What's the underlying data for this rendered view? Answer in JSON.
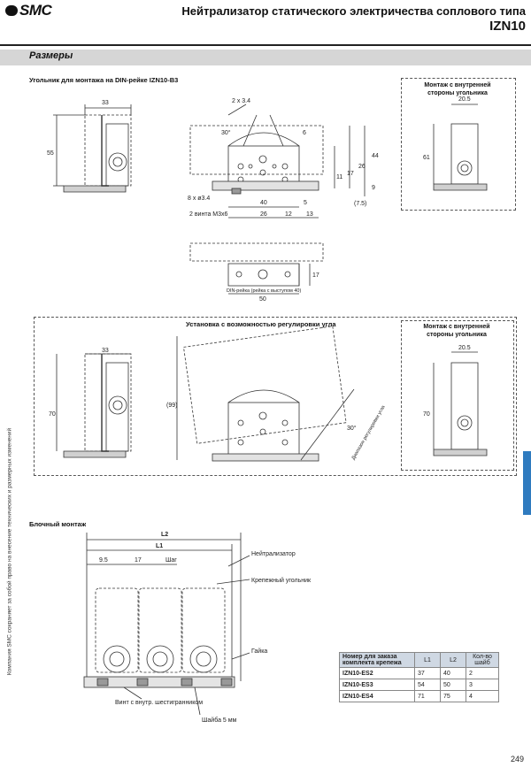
{
  "header": {
    "brand": "SMC",
    "title_line1": "Нейтрализатор статического электричества соплового типа",
    "title_line2": "IZN10"
  },
  "section_title": "Размеры",
  "views": {
    "din": {
      "subtitle": "Угольник для монтажа на DIN-рейке IZN10-B3",
      "dims": {
        "d33": "33",
        "d55": "55",
        "d2x34": "2 x 3.4",
        "d30": "30°",
        "d6": "6",
        "d8x34": "8 x ø3.4",
        "d2screws": "2 винта M3x6",
        "d40": "40",
        "d5": "5",
        "d26": "26",
        "d12": "12",
        "d13": "13",
        "d75": "(7.5)",
        "d9": "9",
        "d11": "11",
        "d17a": "17",
        "d26v": "26",
        "d44": "44",
        "d17b": "17",
        "d50": "50",
        "dinrail": "DIN-рейка (рейка с выступом 40)"
      }
    },
    "inner1": {
      "label_line1": "Монтаж с внутренней",
      "label_line2": "стороны угольника",
      "dims": {
        "w": "20.5",
        "h": "61"
      }
    },
    "adjustable": {
      "subtitle": "Установка с возможностью регулировки угла",
      "dims": {
        "d33": "33",
        "d70": "70",
        "d99": "(99)",
        "d30": "30°",
        "range": "Диапазон регулировки угла"
      }
    },
    "inner2": {
      "label_line1": "Монтаж с внутренней",
      "label_line2": "стороны угольника",
      "dims": {
        "w": "20.5",
        "h": "70"
      }
    },
    "block": {
      "subtitle": "Блочный монтаж",
      "dims": {
        "L2": "L2",
        "L1": "L1",
        "d95": "9.5",
        "d17": "17",
        "step": "Шаг"
      },
      "callouts": {
        "neutralizer": "Нейтрализатор",
        "bracket": "Крепежный угольник",
        "nut": "Гайка",
        "screw": "Винт с внутр. шестигранником",
        "washer": "Шайба 5 мм"
      }
    }
  },
  "table": {
    "headers": [
      "Номер для заказа комплекта крепежа",
      "L1",
      "L2",
      "Кол-во шайб"
    ],
    "rows": [
      [
        "IZN10-ES2",
        "37",
        "40",
        "2"
      ],
      [
        "IZN10-ES3",
        "54",
        "50",
        "3"
      ],
      [
        "IZN10-ES4",
        "71",
        "75",
        "4"
      ]
    ]
  },
  "side_note": "Компания SMC сохраняет за собой право на внесение технических и размерных изменений",
  "page_number": "249",
  "colors": {
    "accent_tab": "#2f7bbf",
    "section_band": "#d6d6d6",
    "table_header": "#cfd8e3"
  }
}
